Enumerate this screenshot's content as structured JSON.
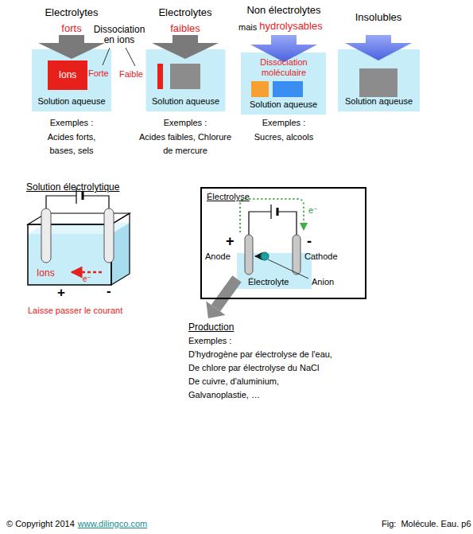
{
  "diagram": {
    "nodes": [
      {
        "text": [
          "Solution aqueuse"
        ]
      },
      {
        "text": [
          "Ions"
        ],
        "in": 0
      },
      {
        "text": [
          "Solution aqueuse"
        ]
      },
      {
        "text": [
          "Solution aqueuse"
        ]
      },
      {
        "text": [
          "Solution aqueuse"
        ]
      },
      {
        "text": [
          "Électrolyse"
        ]
      },
      {
        "text": [
          "Électrolyte"
        ],
        "in": 5
      },
      {
        "text": [
          "Production",
          "Exemples :",
          "D'hydrogène par électrolyse de l'eau,",
          "De chlore par électrolyse du NaCl",
          "De cuivre, d'aluminium,",
          "Galvanoplastie, …"
        ]
      }
    ],
    "edges": [
      {
        "from": 6,
        "to": 7,
        "arrow": "to"
      }
    ],
    "labels": [
      "Electrolytes",
      "forts",
      "Dissociation en ions",
      "Forte",
      "Electrolytes",
      "faibles",
      "Faible",
      "Non électrolytes",
      "mais",
      "hydrolysables",
      "Dissociation moléculaire",
      "Insolubles",
      "Exemples :",
      "Acides forts, bases, sels",
      "Exemples :",
      "Acides faibles, Chlorure de mercure",
      "Exemples :",
      "Sucres, alcools",
      "Solution électrolytique",
      "Ions",
      "e⁻",
      "+",
      "-",
      "Laisse passer le courant",
      "e⁻",
      "+",
      "Anode",
      "-",
      "Cathode",
      "Anion",
      "© Copyright 2014",
      "www.dilingco.com",
      "Fig:  Molécule. Eau. p6"
    ]
  }
}
